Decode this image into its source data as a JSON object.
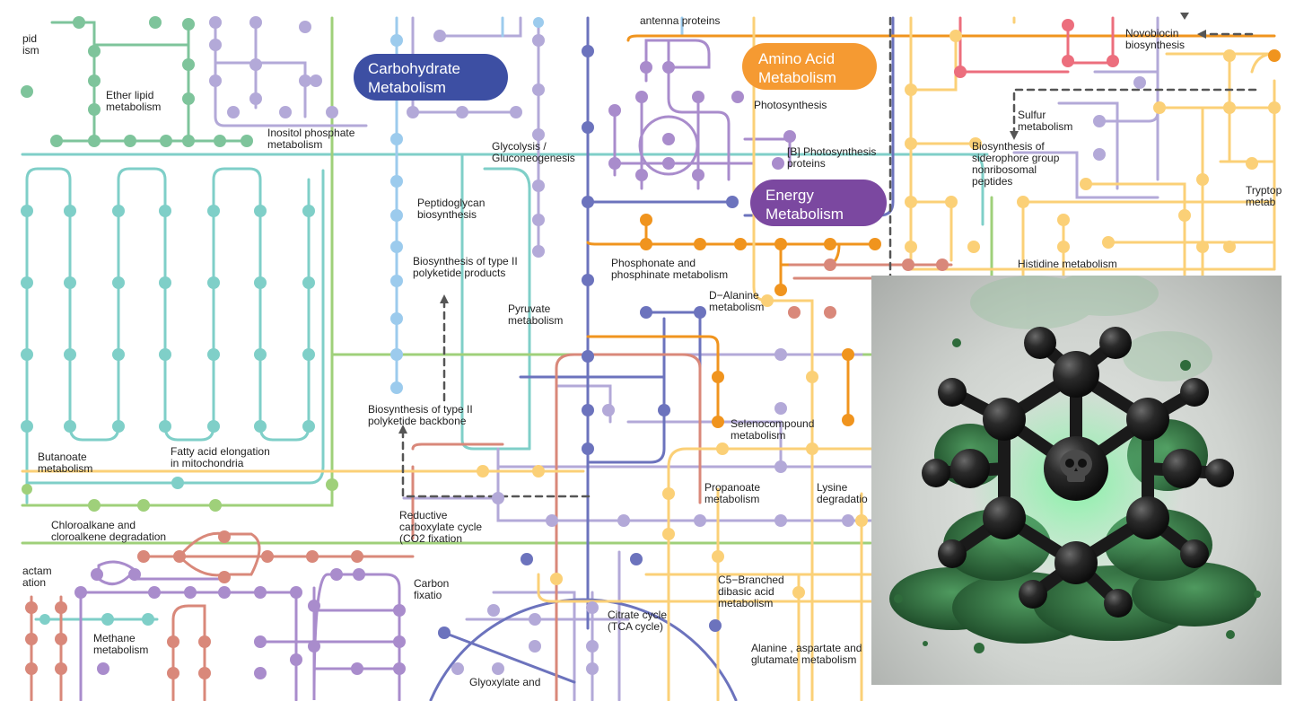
{
  "categories": {
    "carbohydrate": {
      "line1": "Carbohydrate",
      "line2": "Metabolism",
      "color": "#3d4fa3"
    },
    "amino_acid": {
      "line1": "Amino Acid",
      "line2": "Metabolism",
      "color": "#f59a32"
    },
    "energy": {
      "line1": "Energy",
      "line2": "Metabolism",
      "color": "#7b48a0"
    }
  },
  "colors": {
    "teal": "#7fcfc8",
    "green": "#7ec49b",
    "lightgreen": "#9fd07a",
    "lavender": "#b3a9d8",
    "purple": "#a98ccc",
    "blue": "#6c73bd",
    "lightblue": "#9ccbed",
    "orange": "#f0941e",
    "salmon": "#d9887a",
    "yellow": "#fbd077",
    "pink": "#ec6e7d"
  },
  "pathways": {
    "lipid_1": "pid",
    "lipid_2": "ism",
    "ether_1": "Ether lipid",
    "ether_2": "metabolism",
    "inositol_1": "Inositol phosphate",
    "inositol_2": "metabolism",
    "glycolysis_1": "Glycolysis /",
    "glycolysis_2": "Gluconeogenesis",
    "peptidoglycan_1": "Peptidoglycan",
    "peptidoglycan_2": "biosynthesis",
    "polyketide_prod_1": "Biosynthesis of type II",
    "polyketide_prod_2": "polyketide products",
    "pyruvate_1": "Pyruvate",
    "pyruvate_2": "metabolism",
    "polyketide_back_1": "Biosynthesis of type II",
    "polyketide_back_2": "polyketide backbone",
    "butanoate_1": "Butanoate",
    "butanoate_2": "metabolism",
    "fatty_1": "Fatty acid elongation",
    "fatty_2": "in mitochondria",
    "chloro_1": "Chloroalkane and",
    "chloro_2": "cloroalkene degradation",
    "reductive_1": "Reductive",
    "reductive_2": "carboxylate cycle",
    "reductive_3": "(CO2 fixation",
    "lactam_1": "actam",
    "lactam_2": "ation",
    "carbon_1": "Carbon",
    "carbon_2": "fixatio",
    "methane_1": "Methane",
    "methane_2": "metabolism",
    "citrate_1": "Citrate cycle",
    "citrate_2": "(TCA cycle)",
    "glyoxylate_1": "Glyoxylate and",
    "antenna": "antenna proteins",
    "photosynthesis": "Photosynthesis",
    "photo_proteins_1": "[B] Photosynthesis",
    "photo_proteins_2": "proteins",
    "phosphonate_1": "Phosphonate and",
    "phosphonate_2": "phosphinate metabolism",
    "dalanine_1": "D−Alanine",
    "dalanine_2": "metabolism",
    "seleno_1": "Selenocompound",
    "seleno_2": "metabolism",
    "propanoate_1": "Propanoate",
    "propanoate_2": "metabolism",
    "lysine_1": "Lysine",
    "lysine_2": "degradatio",
    "c5_1": "C5−Branched",
    "c5_2": "dibasic acid",
    "c5_3": "metabolism",
    "alanine_1": "Alanine , aspartate and",
    "alanine_2": "glutamate metabolism",
    "novobiocin_1": "Novobiocin",
    "novobiocin_2": "biosynthesis",
    "sulfur_1": "Sulfur",
    "sulfur_2": "metabolism",
    "siderophore_1": "Biosynthesis of",
    "siderophore_2": "siderophore group",
    "siderophore_3": "nonribosomal",
    "siderophore_4": "peptides",
    "histidine": "Histidine metabolism",
    "tryptophan_1": "Tryptop",
    "tryptophan_2": "metab"
  }
}
